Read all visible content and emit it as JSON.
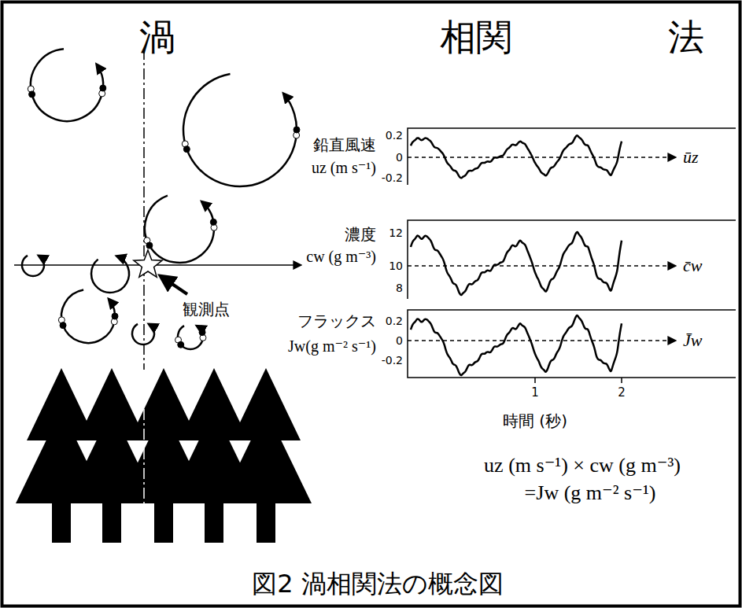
{
  "diagram": {
    "caption": "図2 渦相関法の概念図",
    "labels": [
      "渦",
      "相関",
      "法",
      "観測点",
      "鉛直風速",
      "uz (m s⁻¹)",
      "0.2",
      "0",
      "-0.2",
      "ūz",
      "濃度",
      "cw (g m⁻³)",
      "12",
      "10",
      "8",
      "c̄w",
      "フラックス",
      "Jw(g m⁻² s⁻¹)",
      "0.2",
      "0",
      "-0.2",
      "J̄w",
      "1",
      "2",
      "時間 (秒)",
      "uz (m s⁻¹) × cw (g m⁻³)",
      "=Jw (g m⁻² s⁻¹)"
    ]
  }
}
